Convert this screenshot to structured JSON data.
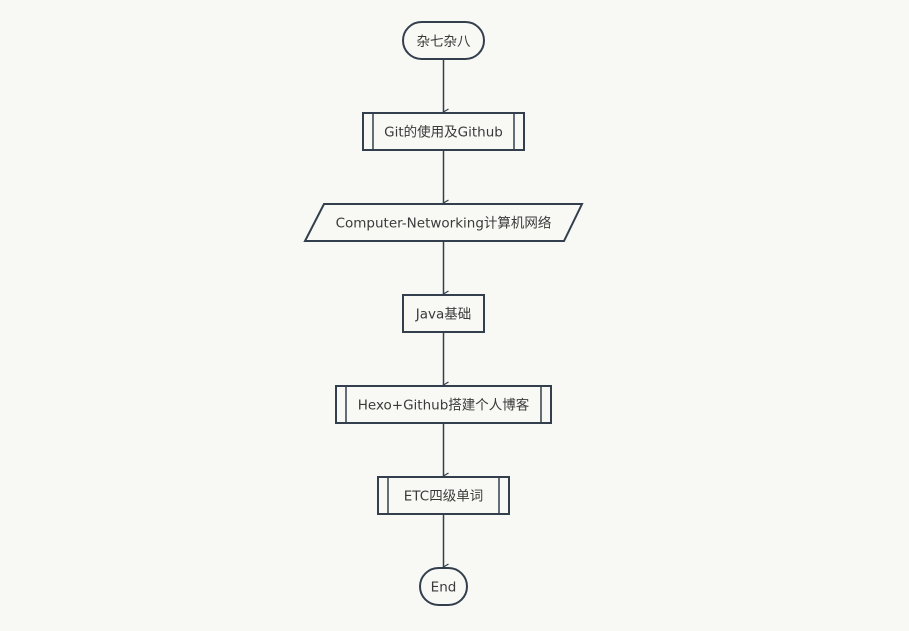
{
  "colors": {
    "background": "#f8f9f5",
    "stroke": "#333f4d",
    "node_fill": "#f8f9f5",
    "text": "#3a3a3a"
  },
  "flowchart": {
    "nodes": [
      {
        "id": "start",
        "shape": "terminal",
        "label": "杂七杂八"
      },
      {
        "id": "git",
        "shape": "subroutine",
        "label": "Git的使用及Github"
      },
      {
        "id": "network",
        "shape": "parallelogram",
        "label": "Computer-Networking计算机网络"
      },
      {
        "id": "java",
        "shape": "process",
        "label": "Java基础"
      },
      {
        "id": "hexo",
        "shape": "subroutine",
        "label": "Hexo+Github搭建个人博客"
      },
      {
        "id": "etc",
        "shape": "subroutine",
        "label": "ETC四级单词"
      },
      {
        "id": "end",
        "shape": "terminal",
        "label": "End"
      }
    ],
    "edges": [
      {
        "from": "start",
        "to": "git"
      },
      {
        "from": "git",
        "to": "network"
      },
      {
        "from": "network",
        "to": "java"
      },
      {
        "from": "java",
        "to": "hexo"
      },
      {
        "from": "hexo",
        "to": "etc"
      },
      {
        "from": "etc",
        "to": "end"
      }
    ]
  }
}
